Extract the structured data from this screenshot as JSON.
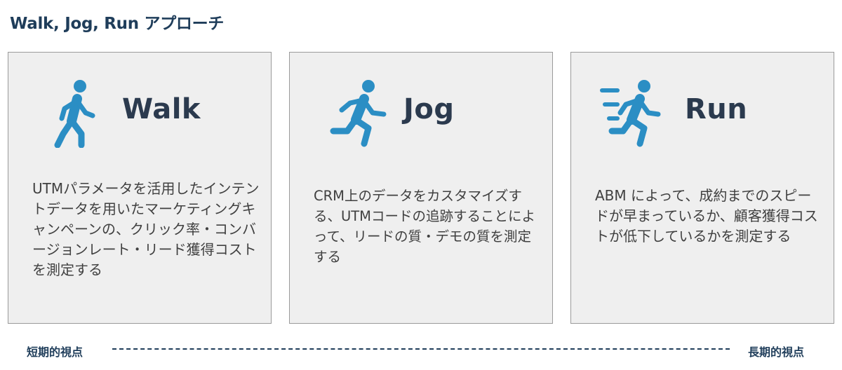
{
  "title": "Walk, Jog, Run アプローチ",
  "colors": {
    "title": "#1f3d5a",
    "icon": "#2b8ec4",
    "card_bg": "#efefef",
    "card_border": "#9a9a9a"
  },
  "cards": [
    {
      "name": "Walk",
      "icon": "walking-person-icon",
      "body": "UTMパラメータを活用したインテントデータを用いたマーケティングキャンペーンの、クリック率・コンバージョンレート・リード獲得コストを測定する"
    },
    {
      "name": "Jog",
      "icon": "jogging-person-icon",
      "body": "CRM上のデータをカスタマイズする、UTMコードの追跡することによって、リードの質・デモの質を測定する"
    },
    {
      "name": "Run",
      "icon": "running-person-icon",
      "body": "ABM によって、成約までのスピードが早まっているか、顧客獲得コストが低下しているかを測定する"
    }
  ],
  "timeline": {
    "start_label": "短期的視点",
    "end_label": "長期的視点"
  }
}
